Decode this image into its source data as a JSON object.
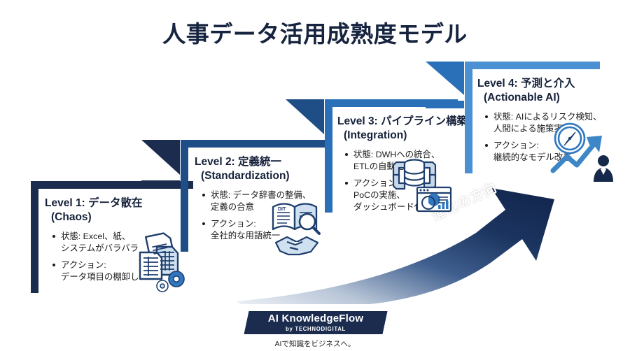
{
  "page": {
    "title": "人事データ活用成熟度モデル",
    "background_color": "#ffffff"
  },
  "arrow": {
    "label": "進化の方向",
    "color_dark": "#14284a",
    "color_fade": "#e9eef5"
  },
  "levels": [
    {
      "id": "level-1",
      "title": "Level 1: データ散在",
      "subtitle": "(Chaos)",
      "color": "#1b2c4f",
      "bullets": [
        "状態: Excel、紙、\nシステムがバラバラ",
        "アクション:\nデータ項目の棚卸し"
      ],
      "icon": "documents-gears-icon"
    },
    {
      "id": "level-2",
      "title": "Level 2: 定義統一",
      "subtitle": "(Standardization)",
      "color": "#1f4e87",
      "bullets": [
        "状態: データ辞書の整備、\n定義の合意",
        "アクション:\n全社的な用語統一"
      ],
      "icon": "book-magnifier-handshake-icon"
    },
    {
      "id": "level-3",
      "title": "Level 3: パイプライン構築",
      "subtitle": "(Integration)",
      "color": "#2a70b8",
      "bullets": [
        "状態: DWHへの統合、\nETLの自動化",
        "アクション:\nPoCの実施、\nダッシュボード化"
      ],
      "icon": "database-pipes-dashboard-icon"
    },
    {
      "id": "level-4",
      "title": "Level 4: 予測と介入",
      "subtitle": "(Actionable AI)",
      "color": "#4a90d2",
      "bullets": [
        "状態: AIによるリスク検知、\n人間による施策実行",
        "アクション:\n継続的なモデル改善"
      ],
      "icon": "compass-trend-person-icon"
    }
  ],
  "footer": {
    "logo_main": "AI KnowledgeFlow",
    "logo_sub": "by TECHNODIGITAL",
    "tagline": "AIで知識をビジネスへ。",
    "logo_background": "#1b2c4f"
  }
}
